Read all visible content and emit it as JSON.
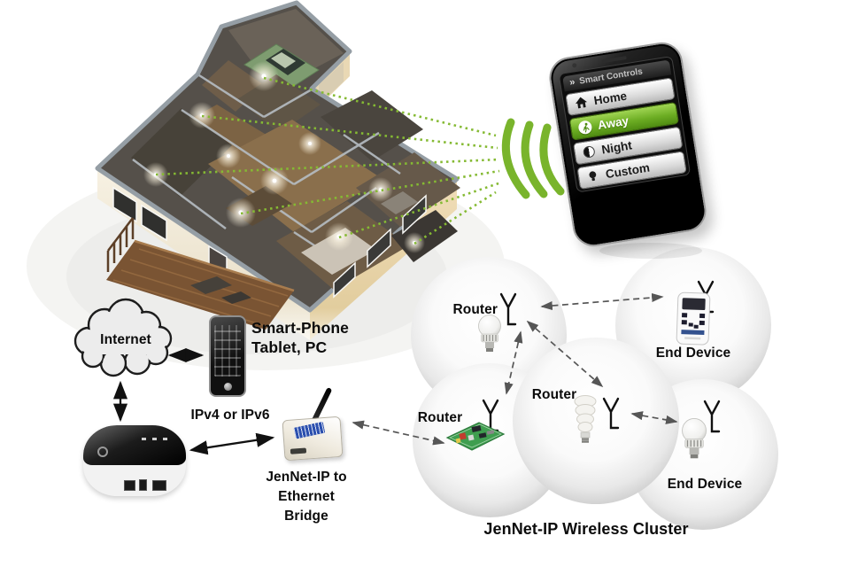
{
  "colors": {
    "signal_green": "#79b42c",
    "dotted_link_green": "#85ba33",
    "away_button_green": "#6cad23",
    "arrow_black": "#111111",
    "mesh_arrow_gray": "#5a5a5a",
    "cluster_circle_edge": "#c9c9c9",
    "cloud_fill": "#ececec"
  },
  "smart_controls": {
    "title_prefix": "»",
    "title": "Smart Controls",
    "menu": [
      {
        "label": "Home",
        "icon": "home-icon",
        "active": false
      },
      {
        "label": "Away",
        "icon": "runner-icon",
        "active": true
      },
      {
        "label": "Night",
        "icon": "moon-icon",
        "active": false
      },
      {
        "label": "Custom",
        "icon": "bulb-icon",
        "active": false
      }
    ]
  },
  "internet": {
    "label": "Internet"
  },
  "client_devices": {
    "line1": "Smart-Phone",
    "line2": "Tablet, PC"
  },
  "link": {
    "protocol_label": "IPv4 or IPv6"
  },
  "bridge": {
    "line1": "JenNet-IP to",
    "line2": "Ethernet",
    "line3": "Bridge"
  },
  "cluster": {
    "caption": "JenNet-IP Wireless Cluster",
    "nodes": [
      {
        "role": "Router",
        "device": "led-bulb",
        "icon": "antenna-icon"
      },
      {
        "role": "End Device",
        "device": "remote-control",
        "icon": "antenna-icon"
      },
      {
        "role": "Router",
        "device": "circuit-board",
        "icon": "antenna-icon"
      },
      {
        "role": "Router",
        "device": "cfl-bulb",
        "icon": "antenna-icon"
      },
      {
        "role": "End Device",
        "device": "led-bulb",
        "icon": "antenna-icon"
      }
    ]
  }
}
